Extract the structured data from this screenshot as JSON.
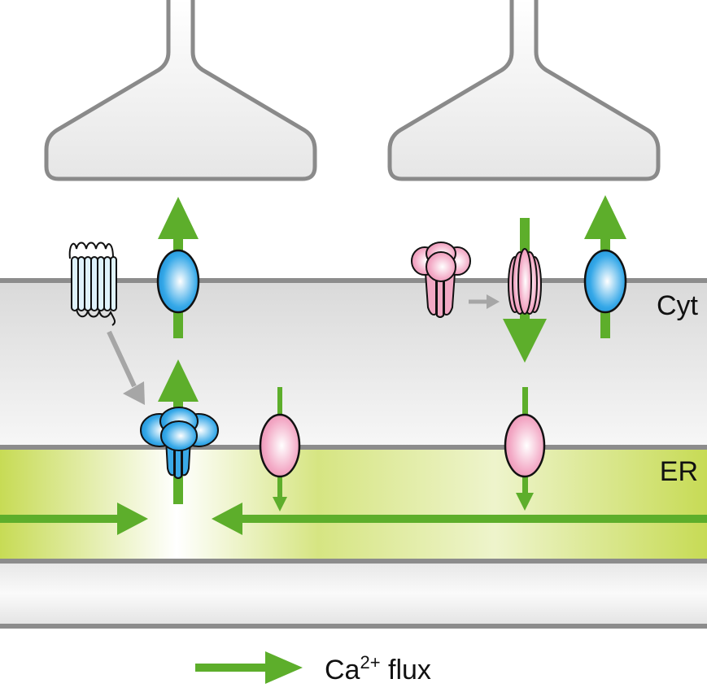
{
  "labels": {
    "cytosol": "Cyt",
    "er": "ER",
    "legend_prefix": "Ca",
    "legend_superscript": "2+",
    "legend_suffix": " flux"
  },
  "colors": {
    "flux_arrow": "#5dae2b",
    "blue_protein": "#1e9be0",
    "pink_protein": "#f0a6c2",
    "membrane_line": "#8c8c8c",
    "cytosol_band": "#e4e4e4",
    "er_lumen": "#c9dd5a",
    "presynaptic_terminal": "#efefef",
    "signal_arrow": "#a6a6a6"
  },
  "icons": [
    "presynaptic-terminal-left",
    "presynaptic-terminal-right",
    "gpcr-receptor-icon",
    "blue-pump-icon",
    "blue-ip3-receptor-icon",
    "pink-pump-icon",
    "pink-orai-channel-icon",
    "pink-stim-channel-icon"
  ]
}
